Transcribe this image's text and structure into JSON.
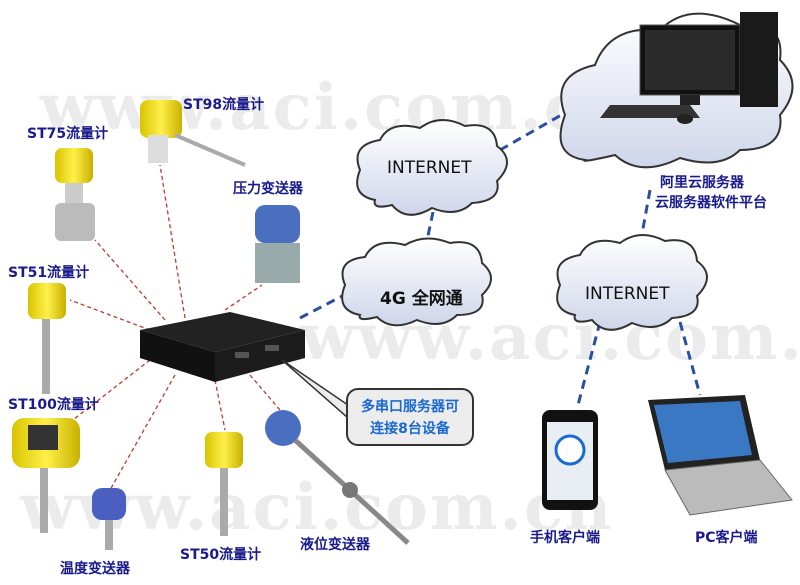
{
  "watermark": "www.aci.com.cn",
  "devices": {
    "st98": "ST98流量计",
    "st75": "ST75流量计",
    "pressure": "压力变送器",
    "st51": "ST51流量计",
    "st100": "ST100流量计",
    "temperature": "温度变送器",
    "st50": "ST50流量计",
    "level": "液位变送器"
  },
  "serial_server": {
    "callout_line1": "多串口服务器可",
    "callout_line2": "连接8台设备"
  },
  "clouds": {
    "internet1": "INTERNET",
    "g4": "4G 全网通",
    "internet2": "INTERNET"
  },
  "cloud_server": {
    "line1": "阿里云服务器",
    "line2": "云服务器软件平台"
  },
  "clients": {
    "phone": "手机客户端",
    "pc": "PC客户端"
  },
  "colors": {
    "label": "#1a1a8c",
    "red_dash": "#c0392b",
    "blue_dash": "#2a4fa0",
    "callout_text": "#1a6ad0"
  }
}
